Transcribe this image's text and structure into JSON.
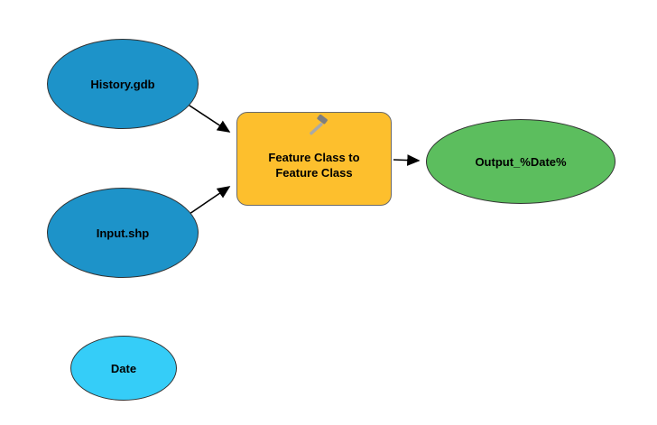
{
  "nodes": {
    "history": {
      "label": "History.gdb",
      "color": "#1d93c9"
    },
    "input": {
      "label": "Input.shp",
      "color": "#1d93c9"
    },
    "date": {
      "label": "Date",
      "color": "#35cdf8"
    },
    "tool": {
      "label": "Feature Class to Feature Class",
      "color": "#fdbf2d",
      "icon": "hammer-icon"
    },
    "output": {
      "label": "Output_%Date%",
      "color": "#5cbe5e"
    }
  },
  "edges": [
    {
      "from": "history",
      "to": "tool"
    },
    {
      "from": "input",
      "to": "tool"
    },
    {
      "from": "tool",
      "to": "output"
    }
  ]
}
